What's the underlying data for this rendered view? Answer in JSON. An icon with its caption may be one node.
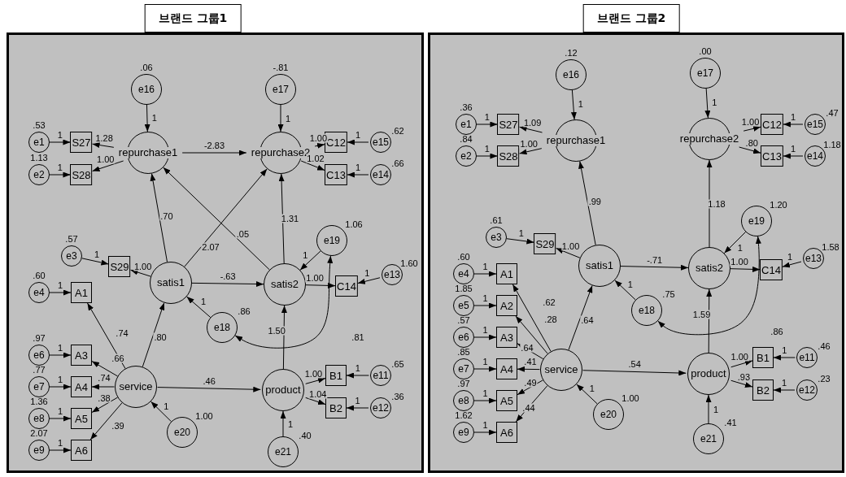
{
  "diagram": {
    "nodes": [
      {
        "text": [
          "브랜드 그룹1"
        ]
      },
      {
        "text": [
          "e16"
        ],
        "in": 0,
        "beside": [
          ".06"
        ]
      },
      {
        "text": [
          "e17"
        ],
        "in": 0,
        "beside": [
          "-.81"
        ]
      },
      {
        "text": [
          "e1"
        ],
        "in": 0,
        "beside": [
          ".53"
        ]
      },
      {
        "text": [
          "S27"
        ],
        "in": 0
      },
      {
        "text": [
          "repurchase1"
        ],
        "in": 0
      },
      {
        "text": [
          "repurchase2"
        ],
        "in": 0
      },
      {
        "text": [
          "C12"
        ],
        "in": 0
      },
      {
        "text": [
          "e15"
        ],
        "in": 0,
        "beside": [
          ".62"
        ]
      },
      {
        "text": [
          "e2"
        ],
        "in": 0,
        "beside": [
          "1.13"
        ]
      },
      {
        "text": [
          "S28"
        ],
        "in": 0
      },
      {
        "text": [
          "C13"
        ],
        "in": 0
      },
      {
        "text": [
          "e14"
        ],
        "in": 0,
        "beside": [
          ".66"
        ]
      },
      {
        "text": [
          "e3"
        ],
        "in": 0,
        "beside": [
          ".57"
        ]
      },
      {
        "text": [
          "S29"
        ],
        "in": 0
      },
      {
        "text": [
          "satis1"
        ],
        "in": 0
      },
      {
        "text": [
          "satis2"
        ],
        "in": 0
      },
      {
        "text": [
          "e19"
        ],
        "in": 0,
        "beside": [
          "1.06"
        ]
      },
      {
        "text": [
          "C14"
        ],
        "in": 0
      },
      {
        "text": [
          "e13"
        ],
        "in": 0,
        "beside": [
          "1.60"
        ]
      },
      {
        "text": [
          "e4"
        ],
        "in": 0,
        "beside": [
          ".60"
        ]
      },
      {
        "text": [
          "A1"
        ],
        "in": 0
      },
      {
        "text": [
          "e18"
        ],
        "in": 0,
        "beside": [
          ".86"
        ]
      },
      {
        "text": [
          "e6"
        ],
        "in": 0,
        "beside": [
          ".97"
        ]
      },
      {
        "text": [
          "A3"
        ],
        "in": 0
      },
      {
        "text": [
          "e7"
        ],
        "in": 0,
        "beside": [
          ".77"
        ]
      },
      {
        "text": [
          "A4"
        ],
        "in": 0
      },
      {
        "text": [
          "service"
        ],
        "in": 0
      },
      {
        "text": [
          "product"
        ],
        "in": 0
      },
      {
        "text": [
          "B1"
        ],
        "in": 0
      },
      {
        "text": [
          "e11"
        ],
        "in": 0,
        "beside": [
          ".65"
        ]
      },
      {
        "text": [
          "e8"
        ],
        "in": 0,
        "beside": [
          "1.36"
        ]
      },
      {
        "text": [
          "A5"
        ],
        "in": 0
      },
      {
        "text": [
          "B2"
        ],
        "in": 0
      },
      {
        "text": [
          "e12"
        ],
        "in": 0,
        "beside": [
          ".36"
        ]
      },
      {
        "text": [
          "e20"
        ],
        "in": 0,
        "beside": [
          "1.00"
        ]
      },
      {
        "text": [
          "e9"
        ],
        "in": 0,
        "beside": [
          "2.07"
        ]
      },
      {
        "text": [
          "A6"
        ],
        "in": 0
      },
      {
        "text": [
          "e21"
        ],
        "in": 0,
        "beside": [
          ".40"
        ]
      },
      {
        "text": [
          "브랜드 그룹2"
        ]
      },
      {
        "text": [
          "e16"
        ],
        "in": 39,
        "beside": [
          ".12"
        ]
      },
      {
        "text": [
          "e17"
        ],
        "in": 39,
        "beside": [
          ".00"
        ]
      },
      {
        "text": [
          "e1"
        ],
        "in": 39,
        "beside": [
          ".36"
        ]
      },
      {
        "text": [
          "S27"
        ],
        "in": 39
      },
      {
        "text": [
          "repurchase1"
        ],
        "in": 39
      },
      {
        "text": [
          "repurchase2"
        ],
        "in": 39
      },
      {
        "text": [
          "C12"
        ],
        "in": 39
      },
      {
        "text": [
          "e15"
        ],
        "in": 39,
        "beside": [
          ".47"
        ]
      },
      {
        "text": [
          "e2"
        ],
        "in": 39,
        "beside": [
          ".84"
        ]
      },
      {
        "text": [
          "S28"
        ],
        "in": 39
      },
      {
        "text": [
          "C13"
        ],
        "in": 39
      },
      {
        "text": [
          "e14"
        ],
        "in": 39,
        "beside": [
          "1.18"
        ]
      },
      {
        "text": [
          "e3"
        ],
        "in": 39,
        "beside": [
          ".61"
        ]
      },
      {
        "text": [
          "S29"
        ],
        "in": 39
      },
      {
        "text": [
          "satis1"
        ],
        "in": 39
      },
      {
        "text": [
          "satis2"
        ],
        "in": 39
      },
      {
        "text": [
          "e19"
        ],
        "in": 39,
        "beside": [
          "1.20"
        ]
      },
      {
        "text": [
          "C14"
        ],
        "in": 39
      },
      {
        "text": [
          "e13"
        ],
        "in": 39,
        "beside": [
          "1.58"
        ]
      },
      {
        "text": [
          "e4"
        ],
        "in": 39,
        "beside": [
          ".60"
        ]
      },
      {
        "text": [
          "A1"
        ],
        "in": 39
      },
      {
        "text": [
          "e18"
        ],
        "in": 39,
        "beside": [
          ".75"
        ]
      },
      {
        "text": [
          "e5"
        ],
        "in": 39,
        "beside": [
          "1.85"
        ]
      },
      {
        "text": [
          "A2"
        ],
        "in": 39
      },
      {
        "text": [
          "e6"
        ],
        "in": 39,
        "beside": [
          ".57"
        ]
      },
      {
        "text": [
          "A3"
        ],
        "in": 39
      },
      {
        "text": [
          "e7"
        ],
        "in": 39,
        "beside": [
          ".85"
        ]
      },
      {
        "text": [
          "A4"
        ],
        "in": 39
      },
      {
        "text": [
          "service"
        ],
        "in": 39
      },
      {
        "text": [
          "product"
        ],
        "in": 39
      },
      {
        "text": [
          "B1"
        ],
        "in": 39
      },
      {
        "text": [
          "e11"
        ],
        "in": 39,
        "beside": [
          ".46"
        ]
      },
      {
        "text": [
          "e8"
        ],
        "in": 39,
        "beside": [
          ".97"
        ]
      },
      {
        "text": [
          "A5"
        ],
        "in": 39
      },
      {
        "text": [
          "B2"
        ],
        "in": 39
      },
      {
        "text": [
          "e12"
        ],
        "in": 39,
        "beside": [
          ".23"
        ]
      },
      {
        "text": [
          "e20"
        ],
        "in": 39,
        "beside": [
          "1.00"
        ]
      },
      {
        "text": [
          "e9"
        ],
        "in": 39,
        "beside": [
          "1.62"
        ]
      },
      {
        "text": [
          "A6"
        ],
        "in": 39
      },
      {
        "text": [
          "e21"
        ],
        "in": 39,
        "beside": [
          ".41"
        ]
      }
    ],
    "edges": [
      {
        "from": 1,
        "to": 5,
        "arrow": "to",
        "label": "1"
      },
      {
        "from": 2,
        "to": 6,
        "arrow": "to",
        "label": "1"
      },
      {
        "from": 3,
        "to": 4,
        "arrow": "to",
        "label": "1"
      },
      {
        "from": 9,
        "to": 10,
        "arrow": "to",
        "label": "1"
      },
      {
        "from": 5,
        "to": 4,
        "arrow": "to",
        "label": "1.28"
      },
      {
        "from": 5,
        "to": 10,
        "arrow": "to",
        "label": "1.00"
      },
      {
        "from": 5,
        "to": 6,
        "arrow": "to",
        "label": "-2.83"
      },
      {
        "from": 6,
        "to": 7,
        "arrow": "to",
        "label": "1.00"
      },
      {
        "from": 6,
        "to": 11,
        "arrow": "to",
        "label": "1.02"
      },
      {
        "from": 8,
        "to": 7,
        "arrow": "to",
        "label": "1"
      },
      {
        "from": 12,
        "to": 11,
        "arrow": "to",
        "label": "1"
      },
      {
        "from": 15,
        "to": 5,
        "arrow": "to",
        "label": ".70"
      },
      {
        "from": 15,
        "to": 6,
        "arrow": "to",
        "label": "2.07"
      },
      {
        "from": 16,
        "to": 5,
        "arrow": "to",
        "label": ".05"
      },
      {
        "from": 16,
        "to": 6,
        "arrow": "to",
        "label": "1.31"
      },
      {
        "from": 13,
        "to": 14,
        "arrow": "to",
        "label": "1"
      },
      {
        "from": 15,
        "to": 14,
        "arrow": "to",
        "label": "1.00"
      },
      {
        "from": 15,
        "to": 16,
        "arrow": "to",
        "label": "-.63"
      },
      {
        "from": 17,
        "to": 16,
        "arrow": "to",
        "label": "1"
      },
      {
        "from": 16,
        "to": 18,
        "arrow": "to",
        "label": "1.00"
      },
      {
        "from": 19,
        "to": 18,
        "arrow": "to",
        "label": "1"
      },
      {
        "from": 22,
        "to": 15,
        "arrow": "to",
        "label": "1"
      },
      {
        "from": 22,
        "to": 17,
        "arrow": "both",
        "label": ".81"
      },
      {
        "from": 27,
        "to": 15,
        "arrow": "to",
        "label": ".80"
      },
      {
        "from": 27,
        "to": 21,
        "arrow": "to",
        "label": ".74"
      },
      {
        "from": 27,
        "to": 24,
        "arrow": "to",
        "label": ".66"
      },
      {
        "from": 27,
        "to": 26,
        "arrow": "to",
        "label": ".74"
      },
      {
        "from": 27,
        "to": 32,
        "arrow": "to",
        "label": ".38"
      },
      {
        "from": 27,
        "to": 37,
        "arrow": "to",
        "label": ".39"
      },
      {
        "from": 20,
        "to": 21,
        "arrow": "to",
        "label": "1"
      },
      {
        "from": 23,
        "to": 24,
        "arrow": "to",
        "label": "1"
      },
      {
        "from": 25,
        "to": 26,
        "arrow": "to",
        "label": "1"
      },
      {
        "from": 31,
        "to": 32,
        "arrow": "to",
        "label": "1"
      },
      {
        "from": 36,
        "to": 37,
        "arrow": "to",
        "label": "1"
      },
      {
        "from": 27,
        "to": 28,
        "arrow": "to",
        "label": ".46"
      },
      {
        "from": 28,
        "to": 16,
        "arrow": "to",
        "label": "1.50"
      },
      {
        "from": 35,
        "to": 27,
        "arrow": "to",
        "label": "1"
      },
      {
        "from": 38,
        "to": 28,
        "arrow": "to",
        "label": "1"
      },
      {
        "from": 28,
        "to": 29,
        "arrow": "to",
        "label": "1.00"
      },
      {
        "from": 28,
        "to": 33,
        "arrow": "to",
        "label": "1.04"
      },
      {
        "from": 30,
        "to": 29,
        "arrow": "to",
        "label": "1"
      },
      {
        "from": 34,
        "to": 33,
        "arrow": "to",
        "label": "1"
      },
      {
        "from": 40,
        "to": 44,
        "arrow": "to",
        "label": "1"
      },
      {
        "from": 41,
        "to": 45,
        "arrow": "to",
        "label": "1"
      },
      {
        "from": 42,
        "to": 43,
        "arrow": "to",
        "label": "1"
      },
      {
        "from": 48,
        "to": 49,
        "arrow": "to",
        "label": "1"
      },
      {
        "from": 44,
        "to": 43,
        "arrow": "to",
        "label": "1.09"
      },
      {
        "from": 44,
        "to": 49,
        "arrow": "to",
        "label": "1.00"
      },
      {
        "from": 45,
        "to": 46,
        "arrow": "to",
        "label": "1.00"
      },
      {
        "from": 45,
        "to": 50,
        "arrow": "to",
        "label": ".80"
      },
      {
        "from": 47,
        "to": 46,
        "arrow": "to",
        "label": "1"
      },
      {
        "from": 51,
        "to": 50,
        "arrow": "to",
        "label": "1"
      },
      {
        "from": 54,
        "to": 44,
        "arrow": "to",
        "label": ".99"
      },
      {
        "from": 55,
        "to": 45,
        "arrow": "to",
        "label": "1.18"
      },
      {
        "from": 52,
        "to": 53,
        "arrow": "to",
        "label": "1"
      },
      {
        "from": 54,
        "to": 53,
        "arrow": "to",
        "label": "1.00"
      },
      {
        "from": 54,
        "to": 55,
        "arrow": "to",
        "label": "-.71"
      },
      {
        "from": 56,
        "to": 55,
        "arrow": "to",
        "label": "1"
      },
      {
        "from": 55,
        "to": 57,
        "arrow": "to",
        "label": "1.00"
      },
      {
        "from": 58,
        "to": 57,
        "arrow": "to",
        "label": "1"
      },
      {
        "from": 61,
        "to": 54,
        "arrow": "to",
        "label": "1"
      },
      {
        "from": 61,
        "to": 56,
        "arrow": "both",
        "label": ".86"
      },
      {
        "from": 68,
        "to": 54,
        "arrow": "to",
        "label": ".64"
      },
      {
        "from": 68,
        "to": 60,
        "arrow": "to",
        "label": ".62"
      },
      {
        "from": 68,
        "to": 63,
        "arrow": "to",
        "label": ".28"
      },
      {
        "from": 68,
        "to": 65,
        "arrow": "to",
        "label": ".64"
      },
      {
        "from": 68,
        "to": 67,
        "arrow": "to",
        "label": ".41"
      },
      {
        "from": 68,
        "to": 73,
        "arrow": "to",
        "label": ".49"
      },
      {
        "from": 68,
        "to": 78,
        "arrow": "to",
        "label": ".44"
      },
      {
        "from": 59,
        "to": 60,
        "arrow": "to",
        "label": "1"
      },
      {
        "from": 62,
        "to": 63,
        "arrow": "to",
        "label": "1"
      },
      {
        "from": 64,
        "to": 65,
        "arrow": "to",
        "label": "1"
      },
      {
        "from": 66,
        "to": 67,
        "arrow": "to",
        "label": "1"
      },
      {
        "from": 72,
        "to": 73,
        "arrow": "to",
        "label": "1"
      },
      {
        "from": 77,
        "to": 78,
        "arrow": "to",
        "label": "1"
      },
      {
        "from": 68,
        "to": 69,
        "arrow": "to",
        "label": ".54"
      },
      {
        "from": 69,
        "to": 55,
        "arrow": "to",
        "label": "1.59"
      },
      {
        "from": 76,
        "to": 68,
        "arrow": "to",
        "label": "1"
      },
      {
        "from": 79,
        "to": 69,
        "arrow": "to",
        "label": "1"
      },
      {
        "from": 69,
        "to": 70,
        "arrow": "to",
        "label": "1.00"
      },
      {
        "from": 69,
        "to": 74,
        "arrow": "to",
        "label": ".93"
      },
      {
        "from": 71,
        "to": 70,
        "arrow": "to",
        "label": "1"
      },
      {
        "from": 75,
        "to": 74,
        "arrow": "to",
        "label": "1"
      }
    ]
  }
}
